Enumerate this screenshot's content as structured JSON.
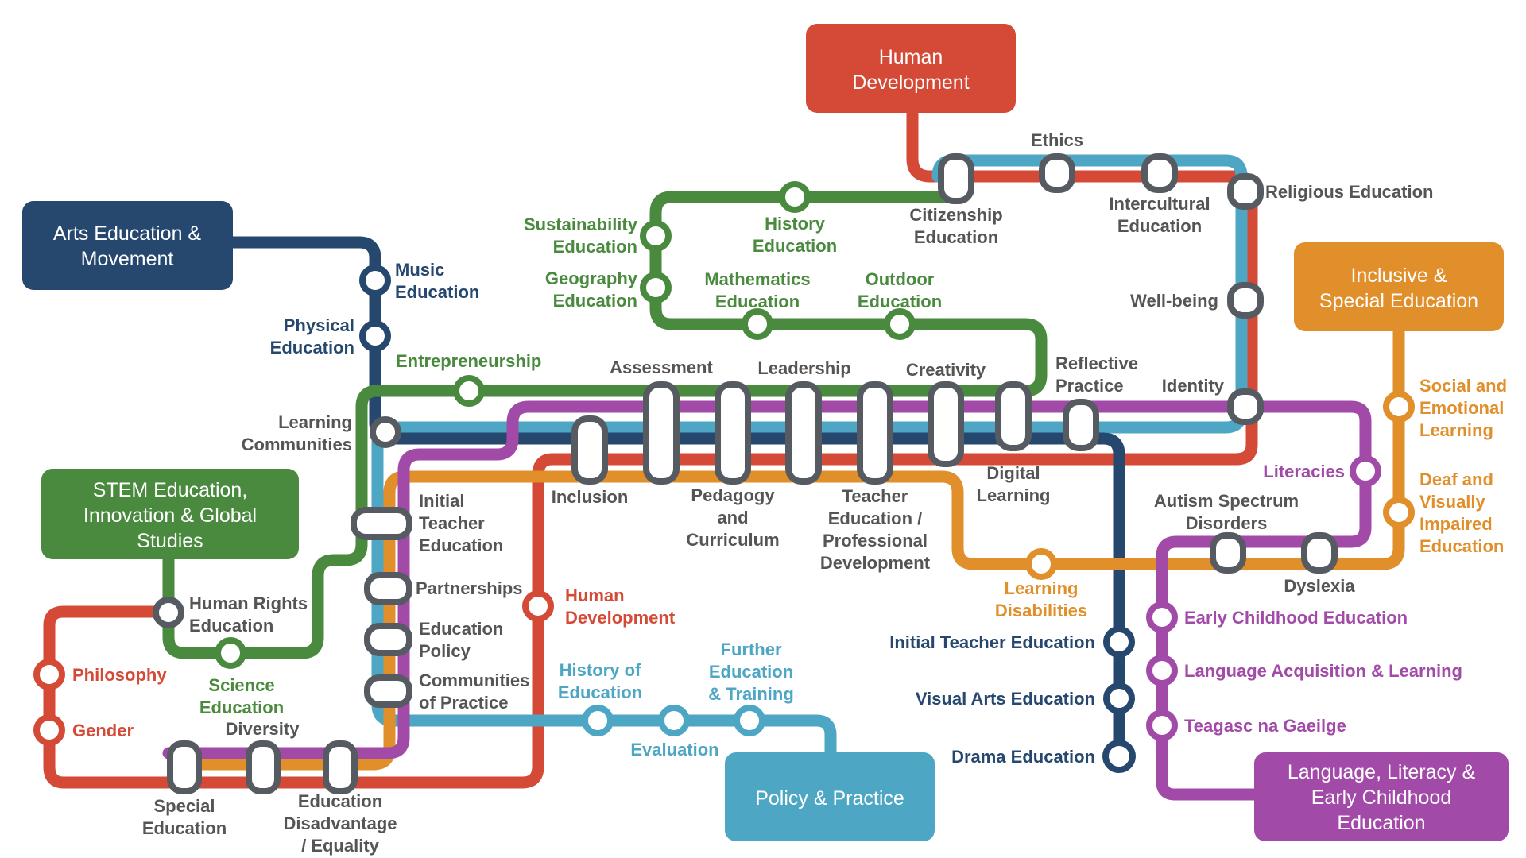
{
  "colors": {
    "human_development": "#d44a36",
    "policy_practice": "#4da6c4",
    "arts_movement": "#26476e",
    "stem": "#4a8a3e",
    "inclusive": "#e08f2a",
    "language": "#a24aa8",
    "hub_outline": "#555b61",
    "gray_text": "#555555"
  },
  "terminals": {
    "human_development": [
      "Human",
      "Development"
    ],
    "arts": [
      "Arts Education &",
      "Movement"
    ],
    "stem": [
      "STEM Education,",
      "Innovation & Global",
      "Studies"
    ],
    "inclusive": [
      "Inclusive &",
      "Special Education"
    ],
    "policy": [
      "Policy & Practice"
    ],
    "language": [
      "Language, Literacy &",
      "Early Childhood",
      "Education"
    ]
  },
  "stations": {
    "ethics": [
      "Ethics"
    ],
    "religious_education": [
      "Religious Education"
    ],
    "citizenship": [
      "Citizenship",
      "Education"
    ],
    "intercultural": [
      "Intercultural",
      "Education"
    ],
    "history": [
      "History",
      "Education"
    ],
    "sustainability": [
      "Sustainability",
      "Education"
    ],
    "geography": [
      "Geography",
      "Education"
    ],
    "mathematics": [
      "Mathematics",
      "Education"
    ],
    "outdoor": [
      "Outdoor",
      "Education"
    ],
    "wellbeing": [
      "Well-being"
    ],
    "music": [
      "Music",
      "Education"
    ],
    "physical": [
      "Physical",
      "Education"
    ],
    "entrepreneurship": [
      "Entrepreneurship"
    ],
    "assessment": [
      "Assessment"
    ],
    "leadership": [
      "Leadership"
    ],
    "creativity": [
      "Creativity"
    ],
    "reflective": [
      "Reflective",
      "Practice"
    ],
    "identity": [
      "Identity"
    ],
    "social_emotional": [
      "Social and",
      "Emotional",
      "Learning"
    ],
    "learning_communities": [
      "Learning",
      "Communities"
    ],
    "inclusion": [
      "Inclusion"
    ],
    "pedagogy": [
      "Pedagogy",
      "and",
      "Curriculum"
    ],
    "teacher_ed_pd": [
      "Teacher",
      "Education /",
      "Professional",
      "Development"
    ],
    "digital": [
      "Digital",
      "Learning"
    ],
    "literacies": [
      "Literacies"
    ],
    "deaf": [
      "Deaf and",
      "Visually",
      "Impaired",
      "Education"
    ],
    "autism": [
      "Autism Spectrum",
      "Disorders"
    ],
    "dyslexia": [
      "Dyslexia"
    ],
    "learning_disabilities": [
      "Learning",
      "Disabilities"
    ],
    "ite_center": [
      "Initial",
      "Teacher",
      "Education"
    ],
    "partnerships": [
      "Partnerships"
    ],
    "education_policy": [
      "Education",
      "Policy"
    ],
    "communities_practice": [
      "Communities",
      "of Practice"
    ],
    "human_development_2": [
      "Human",
      "Development"
    ],
    "human_rights": [
      "Human Rights",
      "Education"
    ],
    "science": [
      "Science",
      "Education"
    ],
    "philosophy": [
      "Philosophy"
    ],
    "gender": [
      "Gender"
    ],
    "diversity": [
      "Diversity"
    ],
    "special_education": [
      "Special",
      "Education"
    ],
    "disadvantage": [
      "Education",
      "Disadvantage",
      "/ Equality"
    ],
    "history_of_education": [
      "History of",
      "Education"
    ],
    "further_education": [
      "Further",
      "Education",
      "& Training"
    ],
    "evaluation": [
      "Evaluation"
    ],
    "ite_blue": [
      "Initial Teacher Education"
    ],
    "visual_arts": [
      "Visual Arts Education"
    ],
    "drama": [
      "Drama Education"
    ],
    "early_childhood": [
      "Early Childhood Education"
    ],
    "language_acquisition": [
      "Language Acquisition & Learning"
    ],
    "teagasc": [
      "Teagasc na Gaeilge"
    ]
  }
}
